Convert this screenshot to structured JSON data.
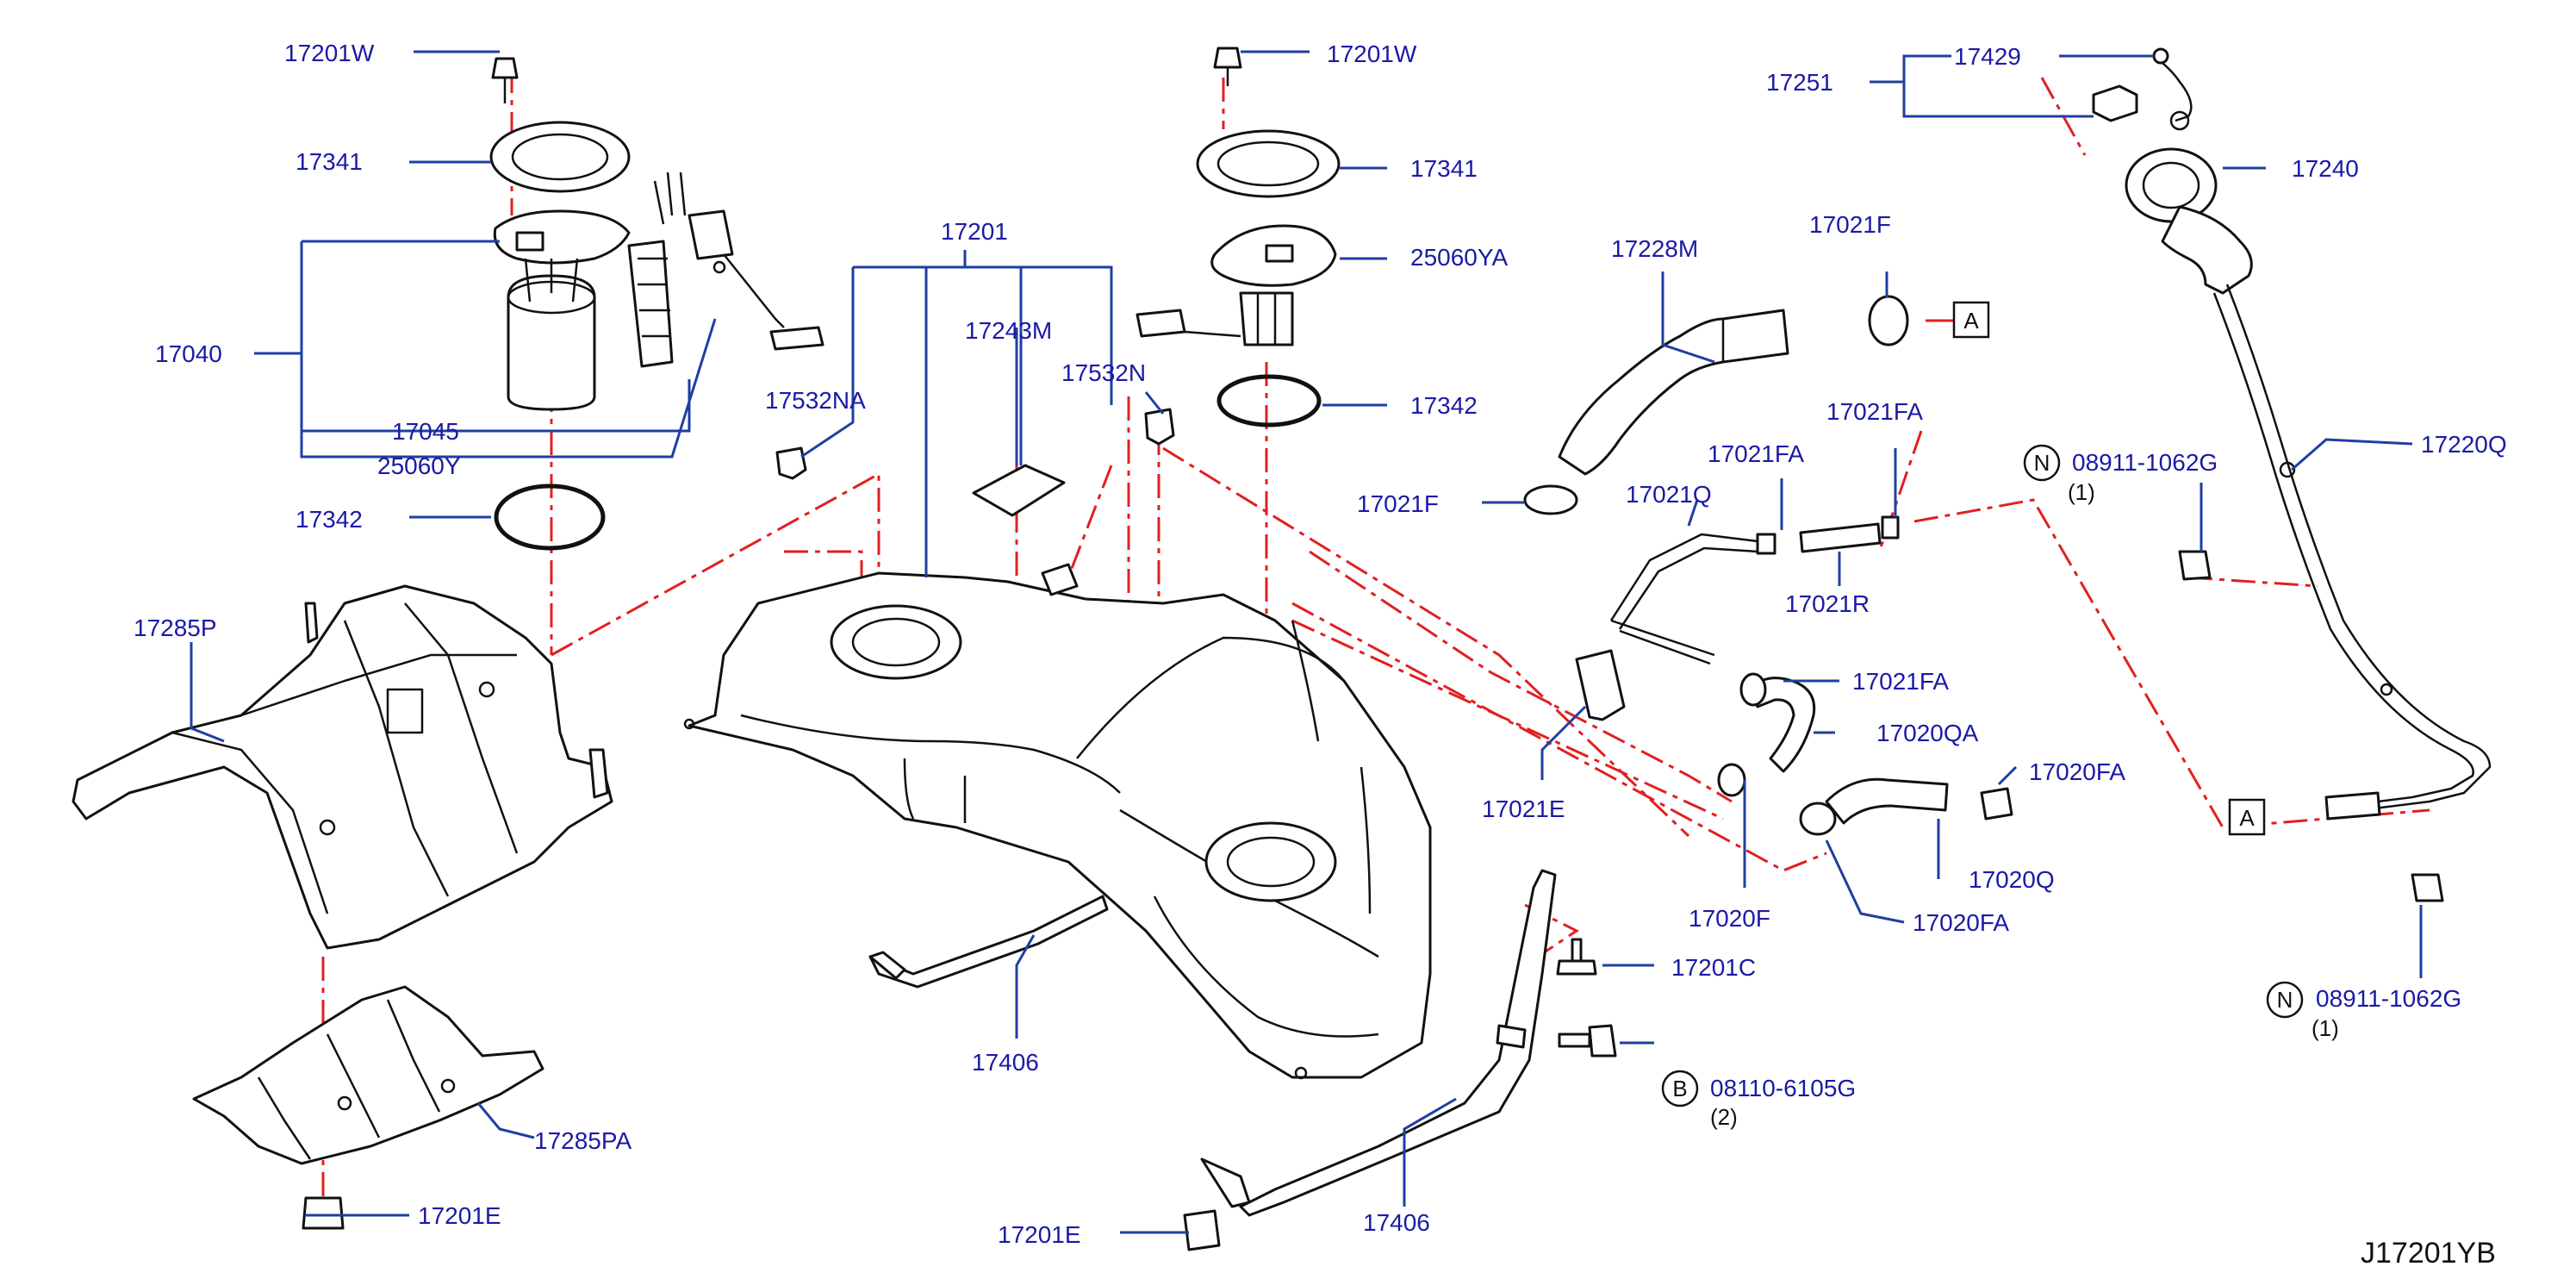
{
  "diagram": {
    "reference_code": "J17201YB",
    "labels": {
      "l_17201W_left": "17201W",
      "l_17341_left": "17341",
      "l_17040": "17040",
      "l_17045": "17045",
      "l_25060Y": "25060Y",
      "l_17342_left": "17342",
      "l_17285P": "17285P",
      "l_17285PA": "17285PA",
      "l_17201E_left": "17201E",
      "l_17201": "17201",
      "l_17243M": "17243M",
      "l_17532NA": "17532NA",
      "l_17532N": "17532N",
      "l_17406_left": "17406",
      "l_17201E_mid": "17201E",
      "l_17406_right": "17406",
      "l_17201W_mid": "17201W",
      "l_17341_mid": "17341",
      "l_25060YA": "25060YA",
      "l_17342_mid": "17342",
      "l_17201C": "17201C",
      "l_08110": "08110-6105G",
      "l_08110_qty": "(2)",
      "l_17228M": "17228M",
      "l_17021F_top": "17021F",
      "l_17021F_left": "17021F",
      "l_17021FA_a": "17021FA",
      "l_17021FA_b": "17021FA",
      "l_17021Q": "17021Q",
      "l_17021R": "17021R",
      "l_17021FA_c": "17021FA",
      "l_17020QA": "17020QA",
      "l_17021E": "17021E",
      "l_17020FA_a": "17020FA",
      "l_17020Q": "17020Q",
      "l_17020F": "17020F",
      "l_17020FA_b": "17020FA",
      "l_17251": "17251",
      "l_17429": "17429",
      "l_17240": "17240",
      "l_17220Q": "17220Q",
      "l_08911_top": "08911-1062G",
      "l_08911_top_qty": "(1)",
      "l_08911_bot": "08911-1062G",
      "l_08911_bot_qty": "(1)"
    },
    "markers": {
      "circle_B": "B",
      "circle_N_top": "N",
      "circle_N_bot": "N",
      "box_A_top": "A",
      "box_A_bot": "A"
    },
    "colors": {
      "leader": "#1f3fa0",
      "label": "#1a1aa6",
      "centerline": "#e02020",
      "outline": "#111111"
    }
  }
}
